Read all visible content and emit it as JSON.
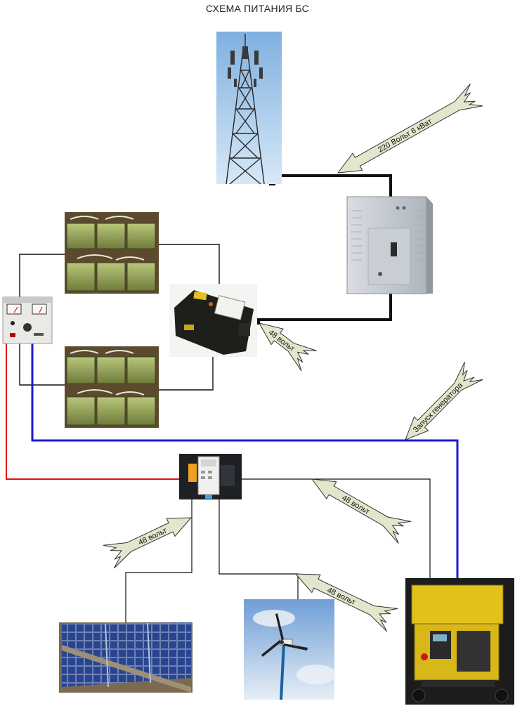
{
  "title": "СХЕМА ПИТАНИЯ БС",
  "arrows": {
    "inverter_ac": "220 Вольт 6 кВат",
    "converter_dc": "48 вольт",
    "generator_start": "Запуск генератора",
    "generator_dc": "48 вольт",
    "solar_dc": "48 вольт",
    "wind_dc": "48 вольт"
  },
  "devices": {
    "tower": "cell-tower",
    "inverter": "inverter",
    "battery_top": "battery-bank",
    "battery_bottom": "battery-bank",
    "charger": "charger-meter-panel",
    "converter": "converter-box",
    "controller": "hybrid-controller",
    "solar": "solar-panel",
    "wind": "wind-turbine",
    "generator": "diesel-generator"
  },
  "colors": {
    "line_black": "#111111",
    "line_red": "#e01010",
    "line_blue": "#1a1ad0",
    "arrow_fill": "#e2e6cc",
    "arrow_stroke": "#333333"
  }
}
